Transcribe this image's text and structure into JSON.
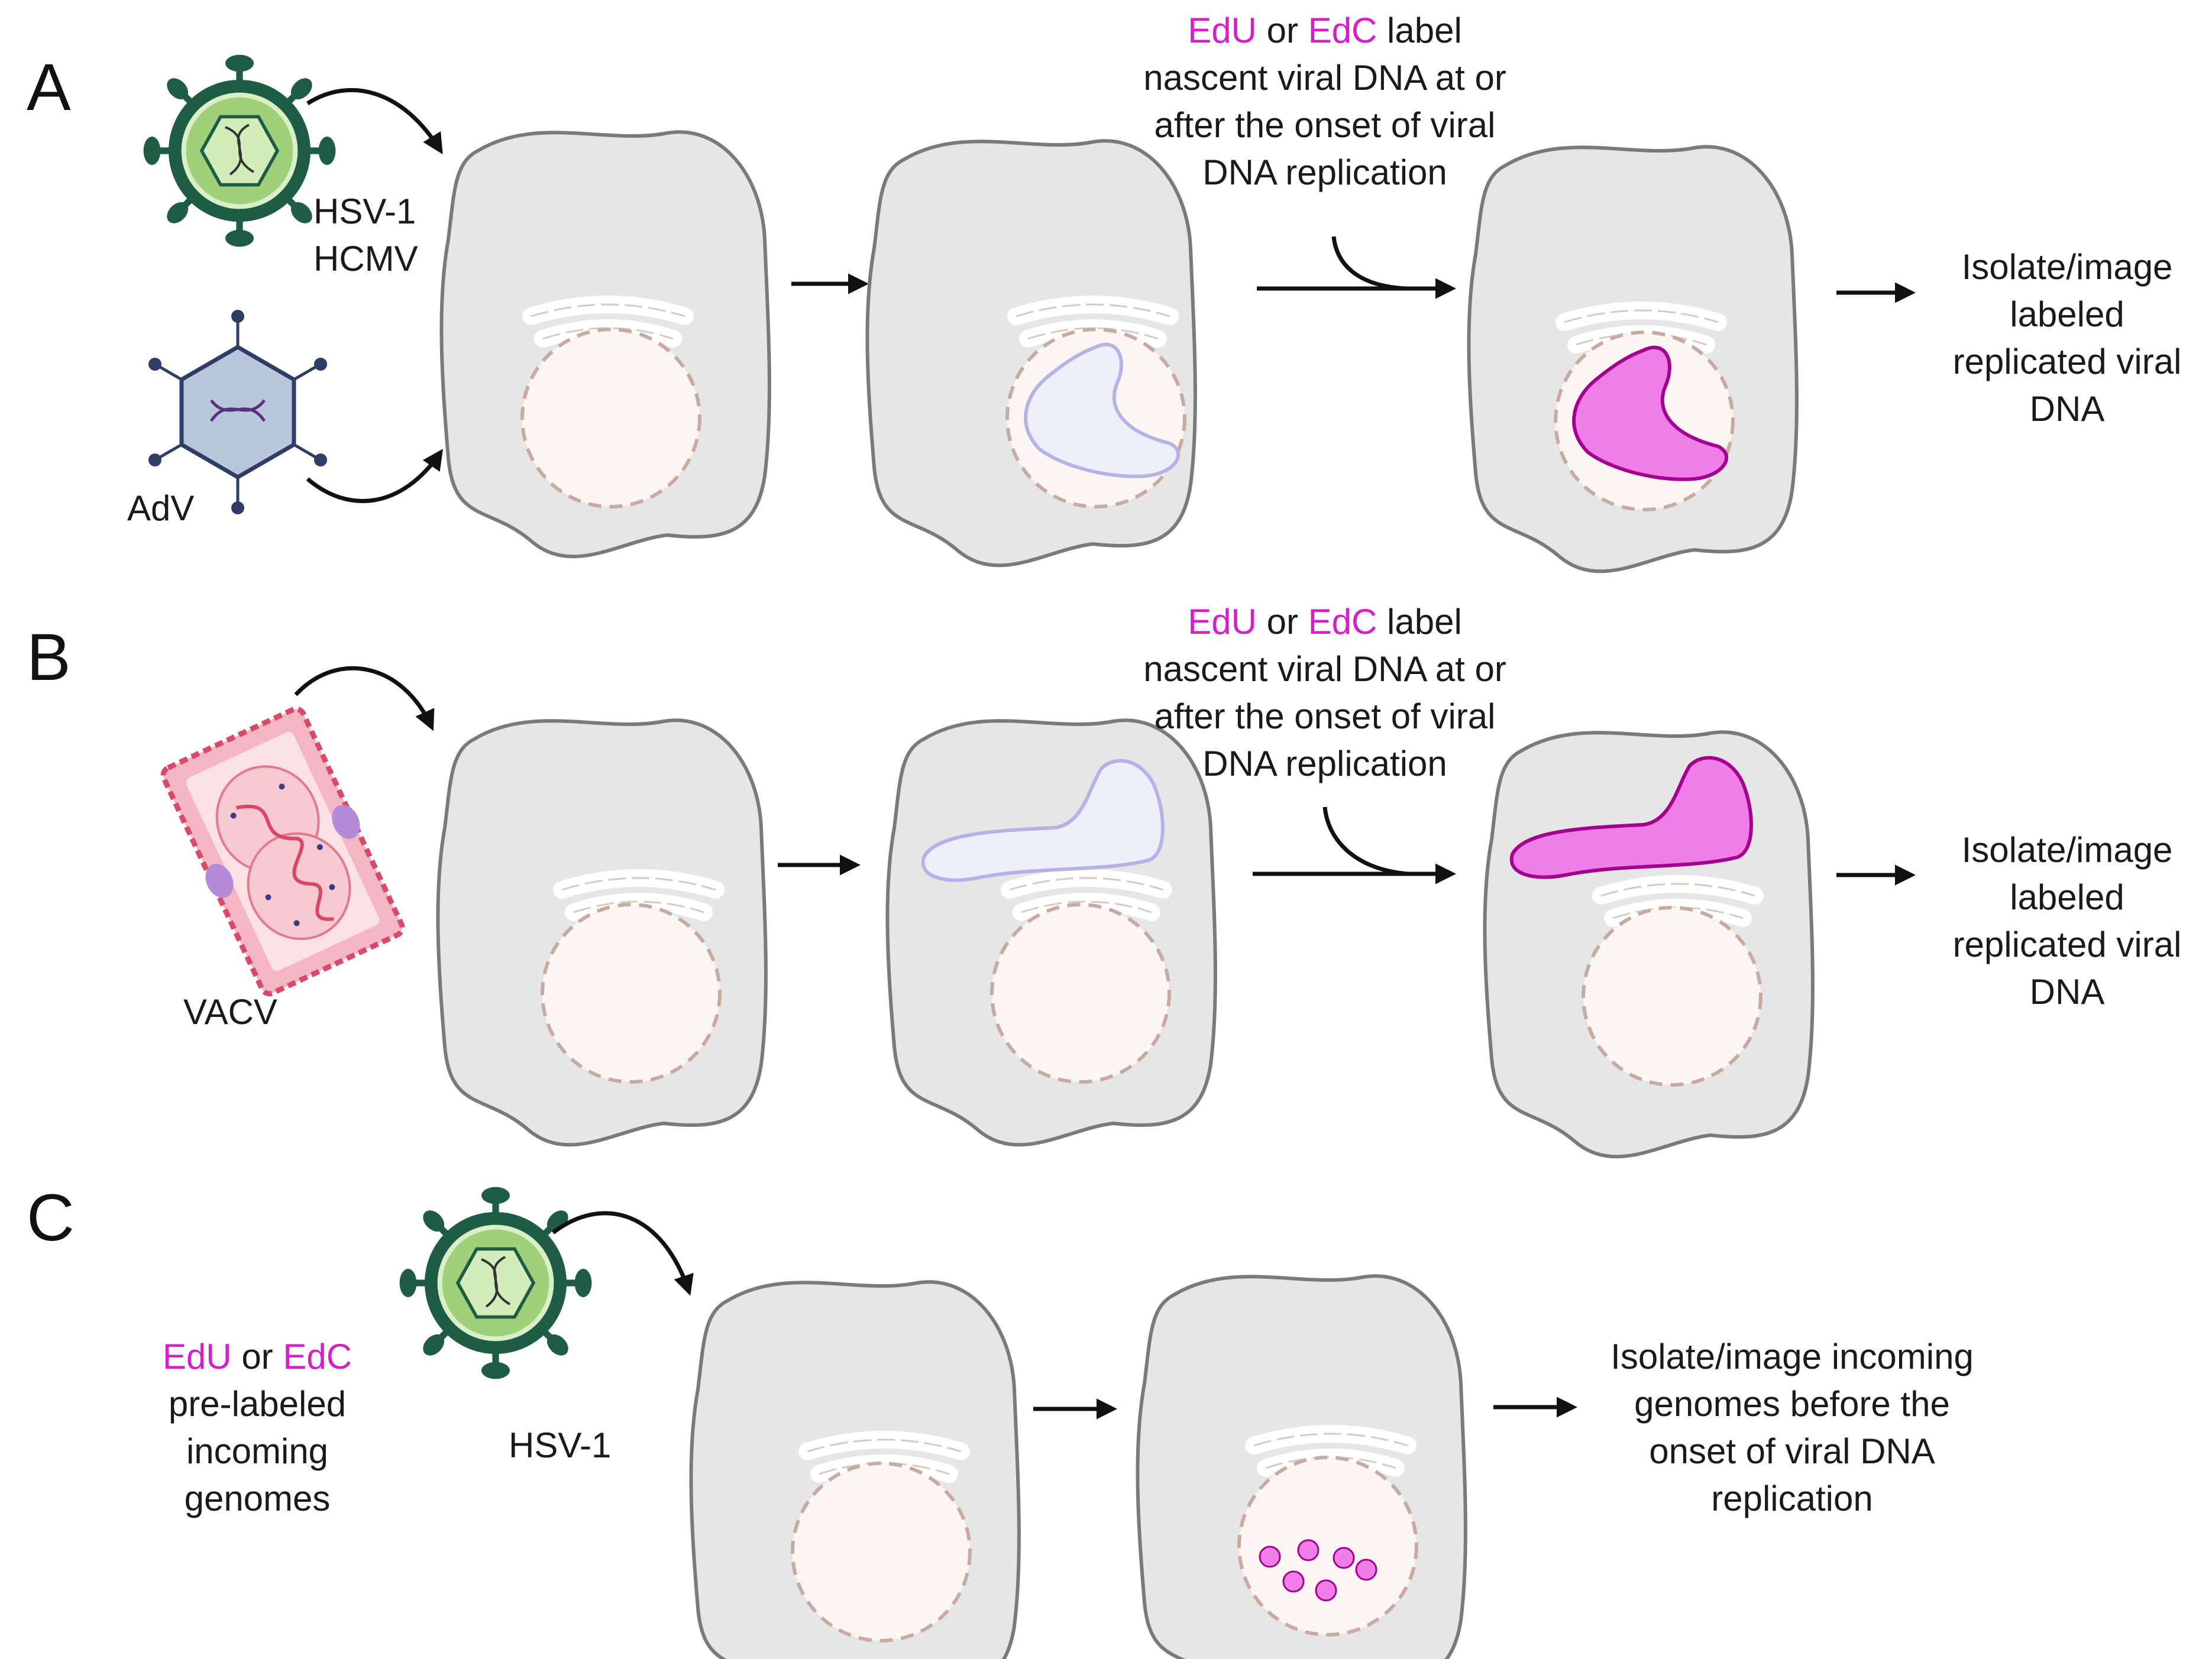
{
  "panels": [
    {
      "letter": "A",
      "virus_labels": {
        "herpes_line1": "HSV-1",
        "herpes_line2": "HCMV",
        "adv": "AdV"
      },
      "step_text": {
        "edu": "EdU",
        "or": "or",
        "edc": "EdC",
        "label": "label",
        "line2": "nascent viral DNA at or",
        "line3": "after the onset of viral",
        "line4": "DNA replication"
      },
      "end_text": [
        "Isolate/image",
        "labeled",
        "replicated viral",
        "DNA"
      ]
    },
    {
      "letter": "B",
      "virus_labels": {
        "vacv": "VACV"
      },
      "step_text": {
        "edu": "EdU",
        "or": "or",
        "edc": "EdC",
        "label": "label",
        "line2": "nascent viral DNA at or",
        "line3": "after the onset of viral",
        "line4": "DNA replication"
      },
      "end_text": [
        "Isolate/image",
        "labeled",
        "replicated viral",
        "DNA"
      ]
    },
    {
      "letter": "C",
      "prelabel_text": {
        "edu": "EdU",
        "or": "or",
        "edc": "EdC",
        "line2": "pre-labeled",
        "line3": "incoming",
        "line4": "genomes"
      },
      "virus_labels": {
        "hsv": "HSV-1"
      },
      "end_text": [
        "Isolate/image incoming",
        "genomes before the",
        "onset of viral DNA",
        "replication"
      ]
    }
  ],
  "colors": {
    "label_pink": "#d61fc8",
    "cell_fill": "#e6e6e6",
    "cell_stroke": "#7a7a7a",
    "herpes_green": "#1f5c45",
    "adv_blue": "#b9c7dd",
    "vacv_pink": "#f4b6c2",
    "vrc_light": "#efeefb",
    "vrc_magenta": "#f07ee8"
  },
  "icons": [
    "herpes-virion-icon",
    "adenovirus-icon",
    "vaccinia-virion-icon"
  ]
}
